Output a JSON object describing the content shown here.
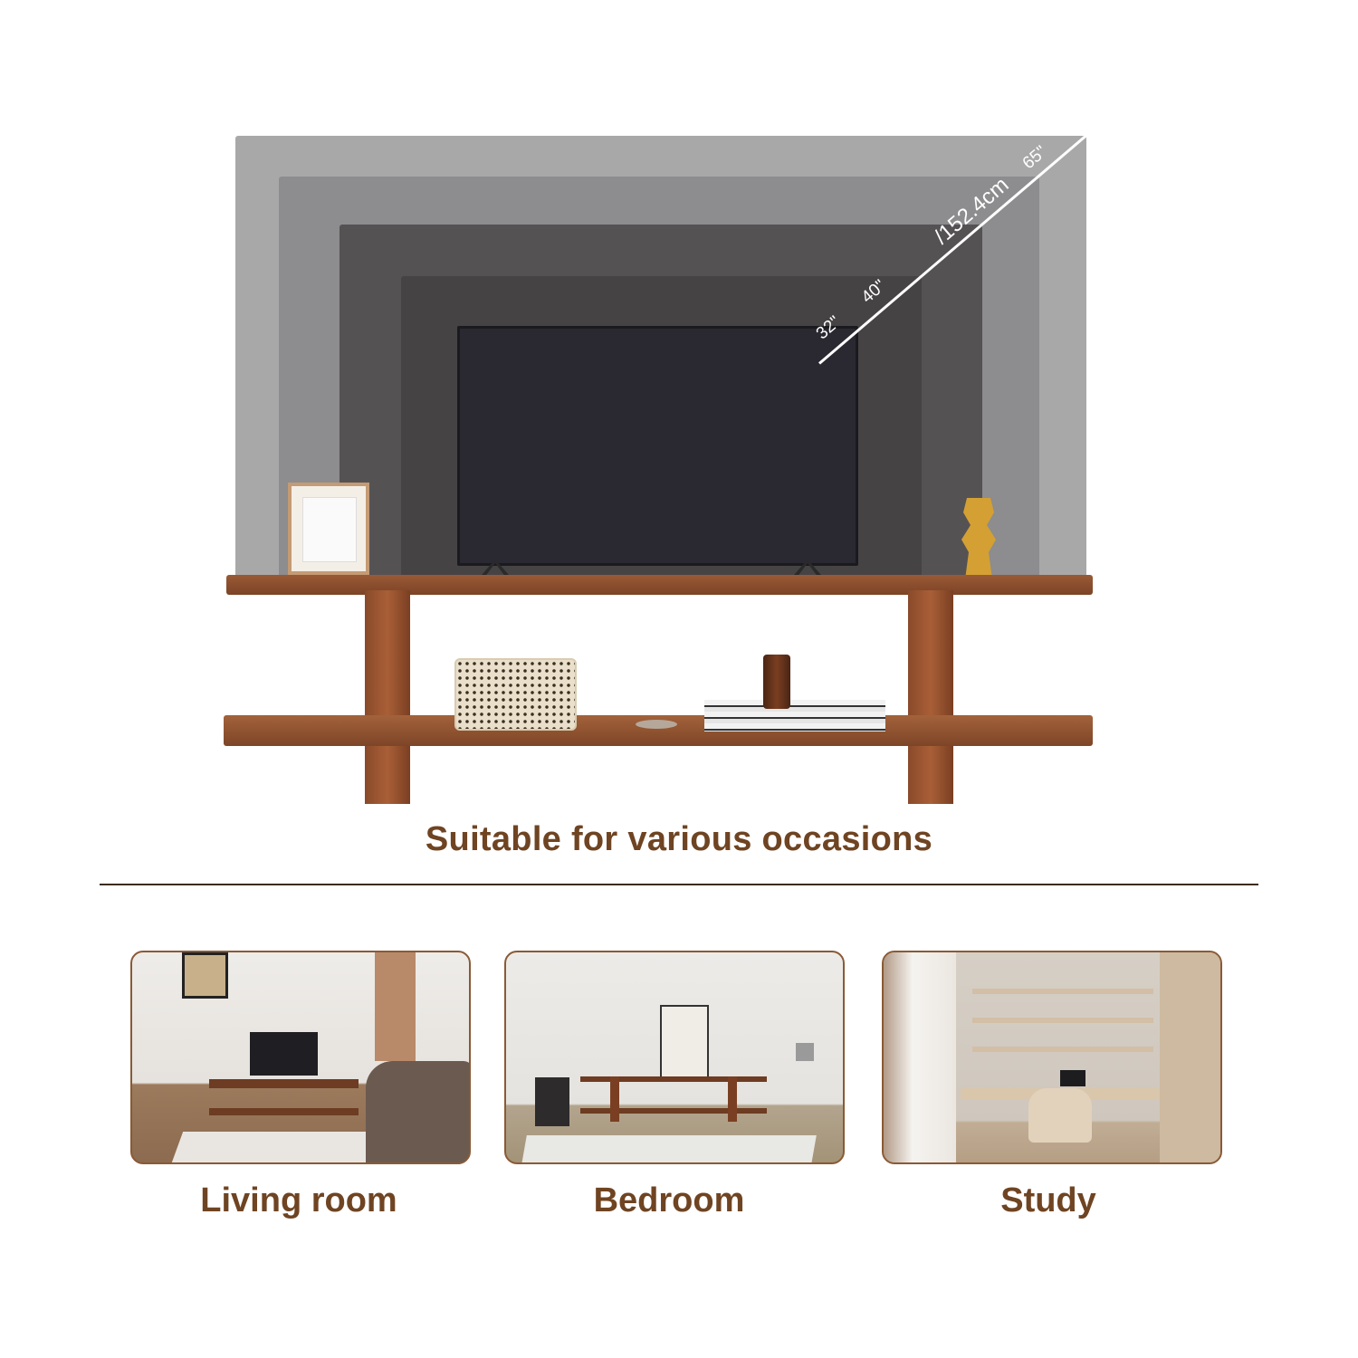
{
  "hero": {
    "tv_sizes": [
      {
        "id": "65",
        "label": "65\""
      },
      {
        "id": "55",
        "label": "/152.4cm"
      },
      {
        "id": "50",
        "label": ""
      },
      {
        "id": "40",
        "label": "40\""
      },
      {
        "id": "32",
        "label": "32\""
      }
    ],
    "diagonal_label_65": "65\"",
    "diagonal_label_cm": "/152.4cm",
    "diagonal_label_40": "40\"",
    "diagonal_label_32": "32\""
  },
  "section": {
    "title": "Suitable for various occasions"
  },
  "occasions": [
    {
      "label": "Living room"
    },
    {
      "label": "Bedroom"
    },
    {
      "label": "Study"
    }
  ],
  "colors": {
    "accent_text": "#6f4422",
    "wood": "#8a4a2a",
    "divider": "#3d2a1c"
  }
}
